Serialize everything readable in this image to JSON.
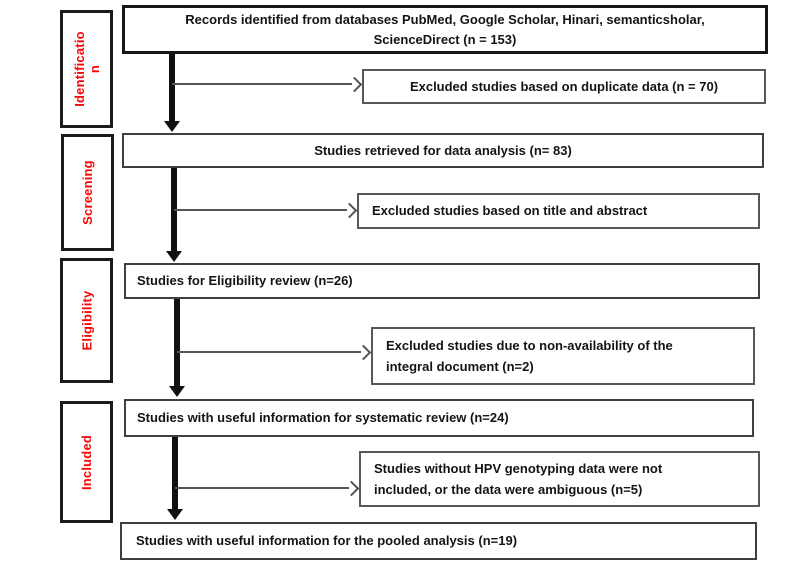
{
  "diagram_title": "PRISMA study selection flow diagram",
  "colors": {
    "phase_label_red": "#fb0505",
    "box_border_dark": "#1b1b1b",
    "box_border_gray": "#585858",
    "arrow_black": "#101010",
    "background": "#ffffff"
  },
  "sidebar": {
    "items": [
      {
        "name": "identification",
        "line1": "Identificatio",
        "line2": "n"
      },
      {
        "name": "screening",
        "line1": "Screening"
      },
      {
        "name": "eligibility",
        "line1": "Eligibility"
      },
      {
        "name": "included",
        "line1": "Included"
      }
    ]
  },
  "flow": {
    "records": {
      "line1": "Records identified from databases PubMed, Google Scholar, Hinari, semanticsholar,",
      "line2": "ScienceDirect (n = 153)"
    },
    "excluded_duplicates": {
      "text": "Excluded studies based on duplicate data (n = 70)"
    },
    "retrieved": {
      "text": "Studies retrieved for data analysis (n= 83)"
    },
    "excluded_title_abstract": {
      "text": "Excluded studies based on title and abstract"
    },
    "eligibility_review": {
      "text": "Studies for Eligibility review (n=26)"
    },
    "excluded_unavailable": {
      "line1": "Excluded studies due to non-availability of the",
      "line2": "integral document (n=2)"
    },
    "systematic_review": {
      "text": "Studies with useful information for systematic review (n=24)"
    },
    "excluded_no_genotyping": {
      "line1": "Studies without HPV genotyping data were not",
      "line2": "included, or the data were ambiguous (n=5)"
    },
    "pooled_analysis": {
      "text": "Studies with useful information for the pooled analysis (n=19)"
    }
  }
}
